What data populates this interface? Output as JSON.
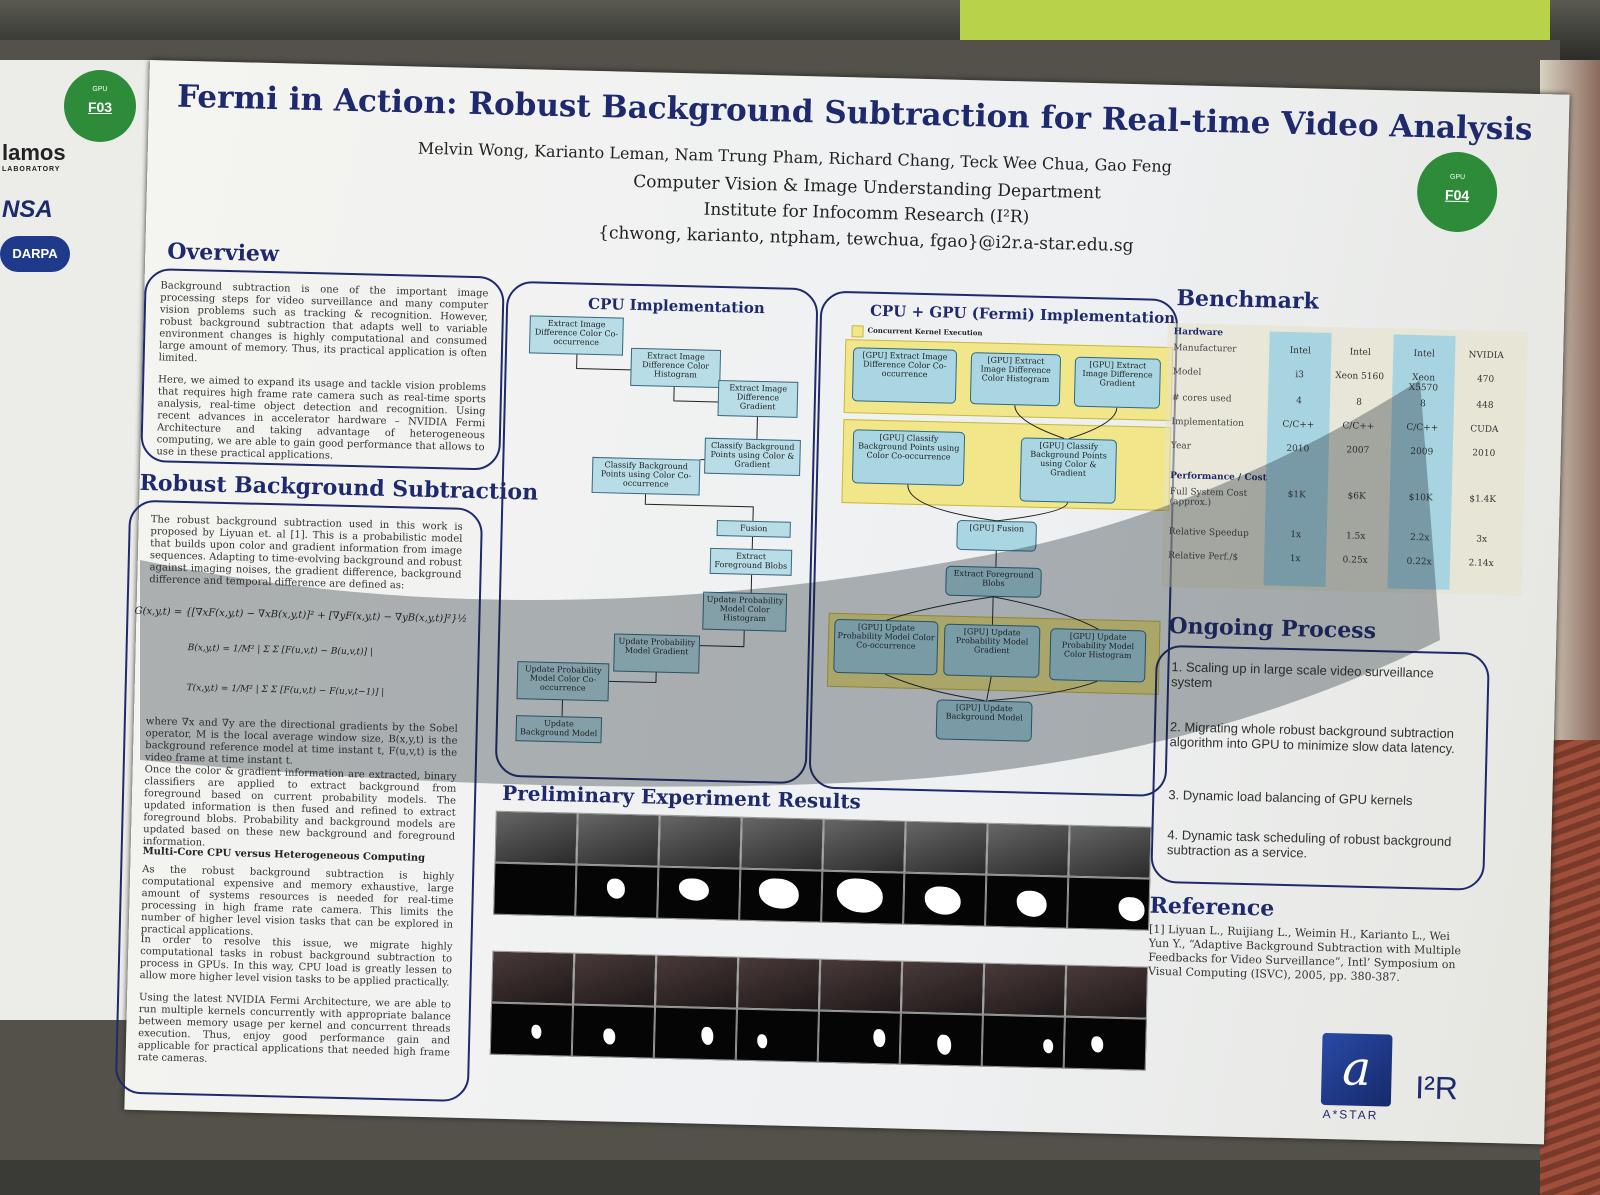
{
  "poster": {
    "title": "Fermi in Action: Robust Background Subtraction for Real-time Video Analysis",
    "authors": "Melvin Wong, Karianto Leman, Nam Trung Pham, Richard Chang, Teck Wee Chua, Gao Feng",
    "department": "Computer Vision & Image Understanding Department",
    "institute": "Institute for Infocomm Research (I²R)",
    "emails": "{chwong, karianto, ntpham, tewchua, fgao}@i2r.a-star.edu.sg",
    "badge_left": "F03",
    "badge_right": "F04",
    "badge_small": "GPU"
  },
  "left_poster": {
    "logo1": "lamos",
    "logo1_sub": "LABORATORY",
    "logo2": "NSA",
    "logo3": "DARPA"
  },
  "overview": {
    "heading": "Overview",
    "p1": "Background subtraction is one of the important image processing steps for video surveillance and many computer vision problems such as tracking & recognition. However, robust background subtraction that adapts well to variable environment changes is highly computational and consumed large amount of memory. Thus, its practical application is often limited.",
    "p2": "Here, we aimed to expand its usage and tackle vision problems that requires high frame rate camera such as real-time sports analysis, real-time object detection and recognition. Using recent advances in accelerator hardware – NVIDIA Fermi Architecture and taking advantage of heterogeneous computing, we are able to gain good performance that allows to use in these practical applications."
  },
  "robust": {
    "heading": "Robust Background Subtraction",
    "p1": "The robust background subtraction used in this work is proposed by Liyuan et. al [1]. This is a probabilistic model that builds upon color and gradient information from image sequences. Adapting to time-evolving background and robust against imaging noises, the gradient difference, background difference and temporal difference are defined as:",
    "eq1": "G(x,y,t) = {[∇xF(x,y,t) − ∇xB(x,y,t)]² + [∇yF(x,y,t) − ∇yB(x,y,t)]²}½",
    "eq2": "B(x,y,t) = 1/M² | Σ Σ [F(u,v,t) − B(u,v,t)] |",
    "eq3": "T(x,y,t) = 1/M² | Σ Σ [F(u,v,t) − F(u,v,t−1)] |",
    "p2": "where ∇x and ∇y are the directional gradients by the Sobel operator, M is the local average window size, B(x,y,t) is the background reference model at time instant t, F(u,v,t) is the video frame at time instant t.",
    "p3": "Once the color & gradient information are extracted, binary classifiers are applied to extract background from foreground based on current probability models. The updated information is then fused and refined to extract foreground blobs. Probability and background models are updated based on these new background and foreground information.",
    "sub": "Multi-Core CPU versus Heterogeneous Computing",
    "p4": "As the robust background subtraction is highly computational expensive and memory exhaustive, large amount of systems resources is needed for real-time processing in high frame rate camera. This limits the number of higher level vision tasks that can be explored in practical applications.",
    "p5": "In order to resolve this issue, we migrate highly computational tasks in robust background subtraction to process in GPUs. In this way, CPU load is greatly lessen to allow more higher level vision tasks to be applied practically.",
    "p6": "Using the latest NVIDIA Fermi Architecture, we are able to run multiple kernels concurrently with appropriate balance between memory usage per kernel and concurrent threads execution. Thus, enjoy good performance gain and applicable for practical applications that needed high frame rate cameras."
  },
  "cpu": {
    "heading": "CPU Implementation",
    "n1": "Extract Image Difference Color Co-occurrence",
    "n2": "Extract Image Difference Color Histogram",
    "n3": "Extract Image Difference Gradient",
    "n4": "Classify Background Points using Color & Gradient",
    "n5": "Classify Background Points using Color Co-occurrence",
    "n6": "Fusion",
    "n7": "Extract Foreground Blobs",
    "n8": "Update Probability Model Color Histogram",
    "n9": "Update Probability Model Gradient",
    "n10": "Update Probability Model Color Co-occurrence",
    "n11": "Update Background Model"
  },
  "gpu": {
    "heading": "CPU + GPU (Fermi) Implementation",
    "legend": "Concurrent Kernel Execution",
    "g1": "[GPU] Extract Image Difference Color Co-occurrence",
    "g2": "[GPU] Extract Image Difference Color Histogram",
    "g3": "[GPU] Extract Image Difference Gradient",
    "g4": "[GPU] Classify Background Points using Color Co-occurrence",
    "g5": "[GPU] Classify Background Points using Color & Gradient",
    "g6": "[GPU] Fusion",
    "g7": "Extract Foreground Blobs",
    "g8": "[GPU] Update Probability Model Color Co-occurrence",
    "g9": "[GPU] Update Probability Model Gradient",
    "g10": "[GPU] Update Probability Model Color Histogram",
    "g11": "[GPU] Update Background Model"
  },
  "benchmark": {
    "heading": "Benchmark",
    "hardware": "Hardware",
    "labels": [
      "Manufacturer",
      "Model",
      "# cores used",
      "Implementation",
      "Year"
    ],
    "perf_heading": "Performance / Cost",
    "perf_labels": [
      "Full System Cost (approx.)",
      "Relative Speedup",
      "Relative Perf./$"
    ],
    "columns": [
      {
        "vals": [
          "Intel",
          "i3",
          "4",
          "C/C++",
          "2010"
        ],
        "perf": [
          "$1K",
          "1x",
          "1x"
        ]
      },
      {
        "vals": [
          "Intel",
          "Xeon 5160",
          "8",
          "C/C++",
          "2007"
        ],
        "perf": [
          "$6K",
          "1.5x",
          "0.25x"
        ]
      },
      {
        "vals": [
          "Intel",
          "Xeon X5570",
          "8",
          "C/C++",
          "2009"
        ],
        "perf": [
          "$10K",
          "2.2x",
          "0.22x"
        ]
      },
      {
        "vals": [
          "NVIDIA",
          "470",
          "448",
          "CUDA",
          "2010"
        ],
        "perf": [
          "$1.4K",
          "3x",
          "2.14x"
        ]
      }
    ]
  },
  "ongoing": {
    "heading": "Ongoing Process",
    "items": [
      "1. Scaling up in large scale video surveillance system",
      "2. Migrating whole robust background subtraction algorithm into GPU to minimize slow data latency.",
      "3. Dynamic load balancing of GPU kernels",
      "4. Dynamic task scheduling of robust background subtraction as a service."
    ]
  },
  "results": {
    "heading": "Preliminary Experiment Results"
  },
  "reference": {
    "heading": "Reference",
    "text": "[1] Liyuan L., Ruijiang L., Weimin H., Karianto L., Wei Yun Y., “Adaptive Background Subtraction with Multiple Feedbacks for Video Surveillance”, Intl’ Symposium on Visual Computing (ISVC), 2005, pp. 380-387."
  },
  "footer": {
    "astar": "A*STAR",
    "i2r": "I²R"
  }
}
